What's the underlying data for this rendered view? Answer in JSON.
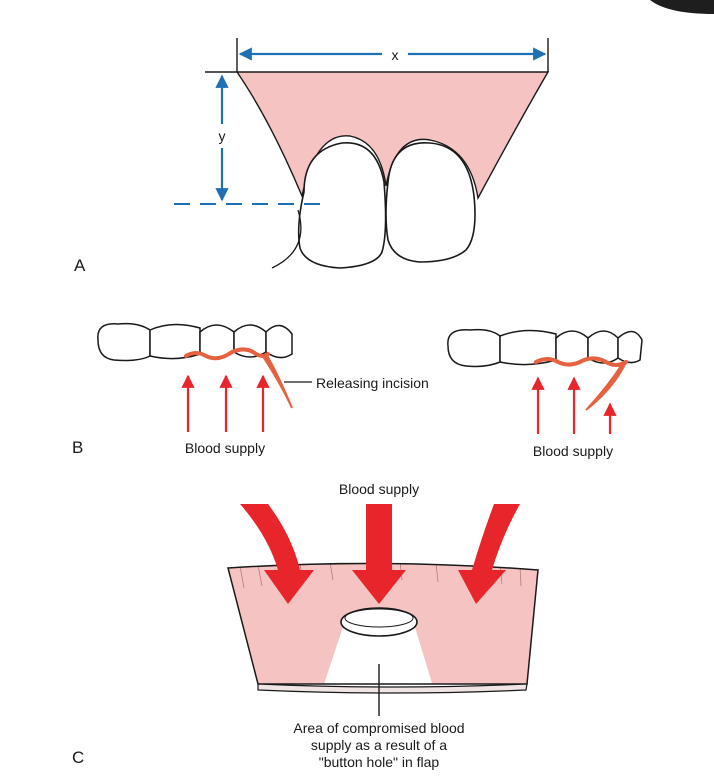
{
  "panels": {
    "a": {
      "label": "A",
      "width_label": "x",
      "height_label": "y"
    },
    "b": {
      "label": "B",
      "left_blood_supply": "Blood supply",
      "releasing_incision": "Releasing incision",
      "right_blood_supply": "Blood supply"
    },
    "c": {
      "label": "C",
      "blood_supply": "Blood supply",
      "caption_line1": "Area of compromised blood",
      "caption_line2": "supply as a result of a",
      "caption_line3": "\"button hole\" in flap"
    }
  },
  "colors": {
    "gingiva": "#f5c4c2",
    "dimension_blue": "#1f6fb5",
    "arrow_red": "#e8252a",
    "incision_orange": "#e5613f",
    "outline": "#1a1a1a"
  }
}
